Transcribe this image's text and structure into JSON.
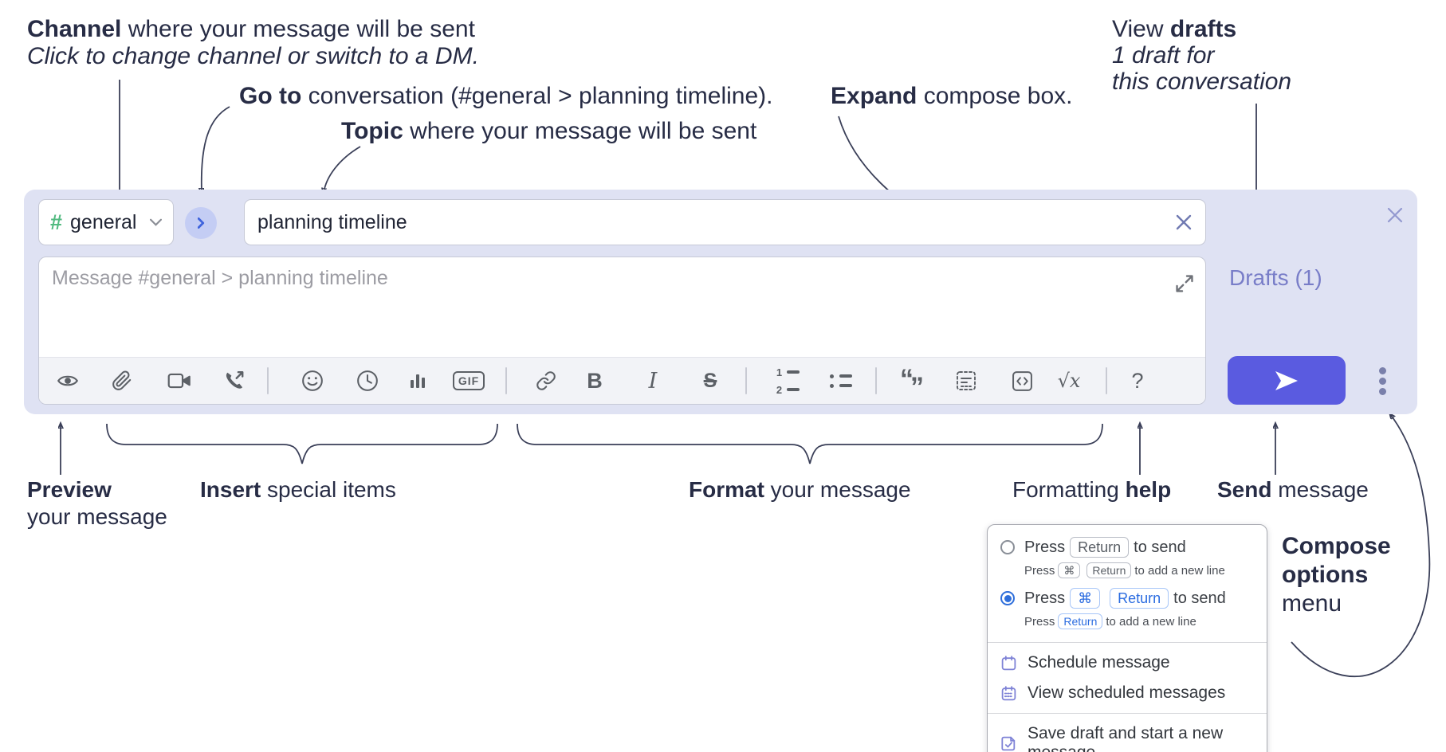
{
  "annotations": {
    "channel": {
      "bold": "Channel",
      "rest": " where your message will be sent",
      "subtitle": "Click to change channel or switch to a DM."
    },
    "go_to": {
      "bold": "Go to",
      "rest": " conversation (#general > planning timeline)."
    },
    "topic": {
      "bold": "Topic",
      "rest": " where your message will be sent"
    },
    "expand": {
      "bold": "Expand",
      "rest": " compose box."
    },
    "view_drafts": {
      "pre": "View ",
      "bold": "drafts",
      "line2": "1 draft for",
      "line3": "this conversation"
    },
    "preview": {
      "bold": "Preview",
      "line2": "your message"
    },
    "insert": {
      "bold": "Insert",
      "rest": " special items"
    },
    "format": {
      "bold": "Format",
      "rest": " your message"
    },
    "formatting_help": {
      "pre": "Formatting ",
      "bold": "help"
    },
    "send": {
      "bold": "Send",
      "rest": " message"
    },
    "compose_options": {
      "line1": "Compose",
      "line2": "options",
      "line3": "menu"
    }
  },
  "compose": {
    "channel": {
      "hash": "#",
      "name": "general"
    },
    "topic_input": {
      "value": "planning timeline"
    },
    "message_input": {
      "placeholder": "Message #general > planning timeline"
    },
    "drafts_link": "Drafts (1)",
    "toolbar": {
      "icons": [
        "eye",
        "paperclip",
        "video-camera",
        "phone-call",
        "smiley",
        "clock",
        "bar-chart",
        "gif",
        "link",
        "bold",
        "italic",
        "strikethrough",
        "numbered-list",
        "bulleted-list",
        "quote",
        "spoiler",
        "code-block",
        "math",
        "question-help"
      ],
      "glyphs": {
        "bold": "B",
        "italic": "I",
        "strike": "S",
        "gif": "GIF",
        "math": "√x",
        "help": "?",
        "quote_open": "“",
        "quote_close": "”",
        "one": "1",
        "two": "2"
      }
    }
  },
  "compose_menu": {
    "options": [
      {
        "selected": false,
        "main": {
          "pre": "Press",
          "keys": [
            "Return"
          ],
          "post": "to send"
        },
        "sub": {
          "pre": "Press",
          "keys": [
            "⌘",
            "Return"
          ],
          "post": "to add a new line"
        }
      },
      {
        "selected": true,
        "main": {
          "pre": "Press",
          "keys": [
            "⌘",
            "Return"
          ],
          "post": "to send"
        },
        "sub": {
          "pre": "Press",
          "keys": [
            "Return"
          ],
          "post": "to add a new line"
        }
      }
    ],
    "items": [
      {
        "icon": "calendar",
        "label": "Schedule message"
      },
      {
        "icon": "calendar-grid",
        "label": "View scheduled messages"
      },
      {
        "icon": "save-draft",
        "label": "Save draft and start a new message"
      }
    ]
  },
  "colors": {
    "compose_bg": "#dfe2f3",
    "accent_send": "#5a5be0",
    "channel_hash_green": "#52ba80",
    "link_purple": "#787dc8",
    "kbd_blue": "#2b6ce0",
    "radio_blue": "#2f6fdb",
    "menu_icon_purple": "#7e82d6",
    "annotation_ink": "#272c45"
  }
}
